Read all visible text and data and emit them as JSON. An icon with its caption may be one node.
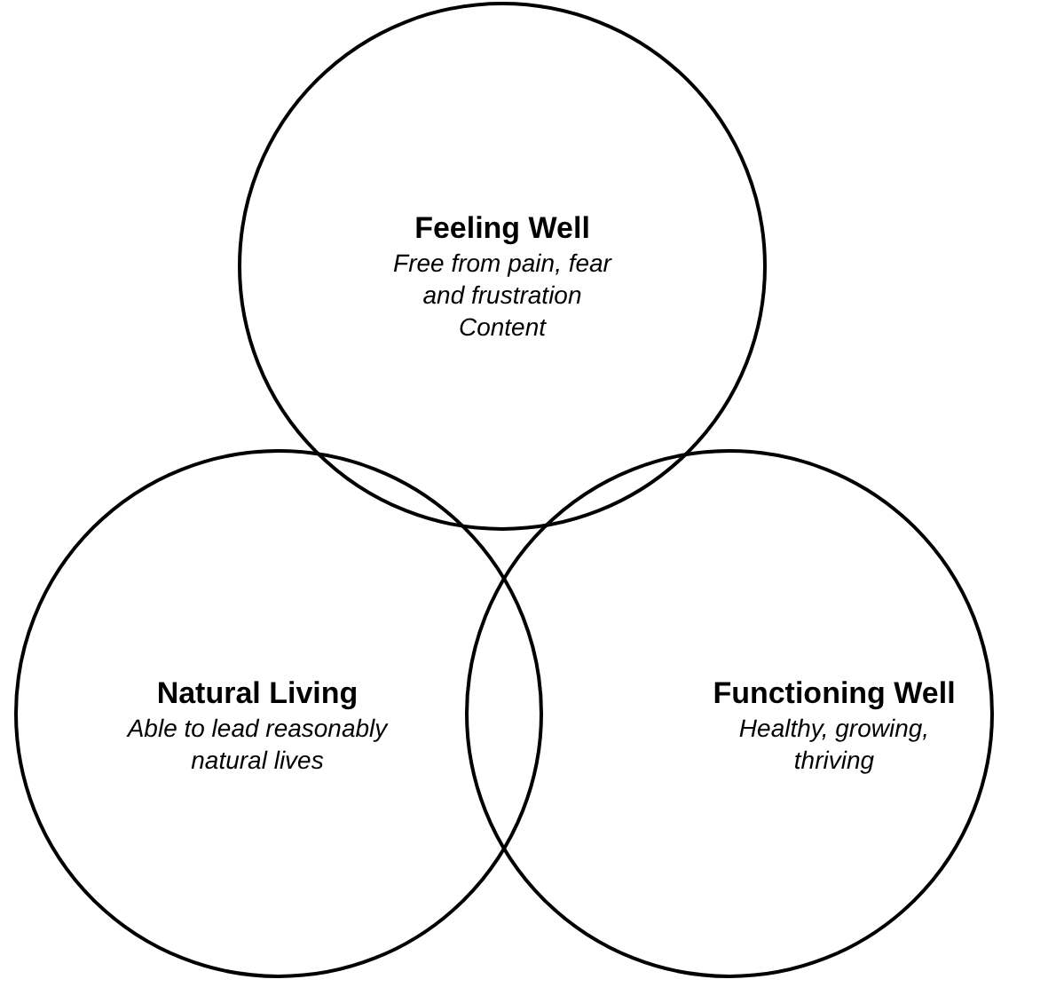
{
  "diagram": {
    "nodes": [
      {
        "text": [
          "Feeling Well",
          "Free from pain, fear and frustration",
          "Content"
        ]
      },
      {
        "text": [
          "Natural Living",
          "Able to lead reasonably natural lives"
        ]
      },
      {
        "text": [
          "Functioning Well",
          "Healthy, growing, thriving"
        ]
      }
    ],
    "edges": []
  }
}
